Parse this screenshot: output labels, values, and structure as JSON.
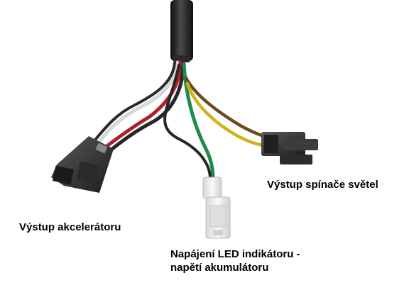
{
  "captions": {
    "light_switch_output": "Výstup spínače světel",
    "throttle_output": "Výstup akcelerátoru",
    "led_power_line1": "Napájení LED indikátoru -",
    "led_power_line2": "napětí akumulátoru"
  },
  "colors": {
    "background": "#ffffff",
    "cable_sheath": "#1e1e1e",
    "wire_white": "#d8d8d8",
    "wire_red": "#b0202a",
    "wire_black": "#262626",
    "wire_green": "#1f8a4a",
    "wire_yellow": "#d1b21c",
    "wire_brown": "#6b4a22",
    "connector_black": "#3a3a3a",
    "connector_white": "#ececec"
  }
}
